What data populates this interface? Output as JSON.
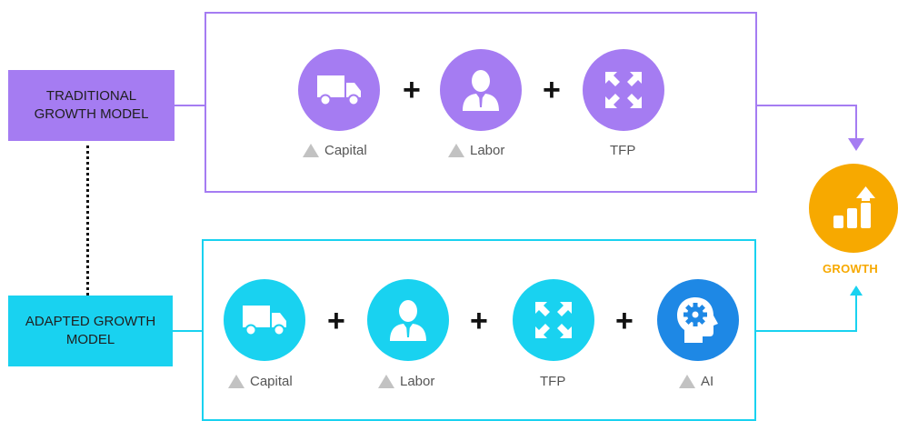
{
  "traditional": {
    "label_line1": "TRADITIONAL",
    "label_line2": "GROWTH MODEL",
    "color": "#a57cf2",
    "items": [
      {
        "icon": "truck-icon",
        "caption": "Capital",
        "has_triangle": true
      },
      {
        "icon": "person-icon",
        "caption": "Labor",
        "has_triangle": true
      },
      {
        "icon": "expand-arrows-icon",
        "caption": "TFP",
        "has_triangle": false
      }
    ],
    "operators": [
      "+",
      "+"
    ]
  },
  "adapted": {
    "label_line1": "ADAPTED GROWTH",
    "label_line2": "MODEL",
    "color": "#19d2f0",
    "ai_color": "#1e88e5",
    "items": [
      {
        "icon": "truck-icon",
        "caption": "Capital",
        "has_triangle": true
      },
      {
        "icon": "person-icon",
        "caption": "Labor",
        "has_triangle": true
      },
      {
        "icon": "expand-arrows-icon",
        "caption": "TFP",
        "has_triangle": false
      },
      {
        "icon": "ai-head-gear-icon",
        "caption": "AI",
        "has_triangle": true
      }
    ],
    "operators": [
      "+",
      "+",
      "+"
    ]
  },
  "growth": {
    "label": "GROWTH",
    "color": "#f7a900",
    "icon": "bar-chart-up-arrow-icon"
  }
}
